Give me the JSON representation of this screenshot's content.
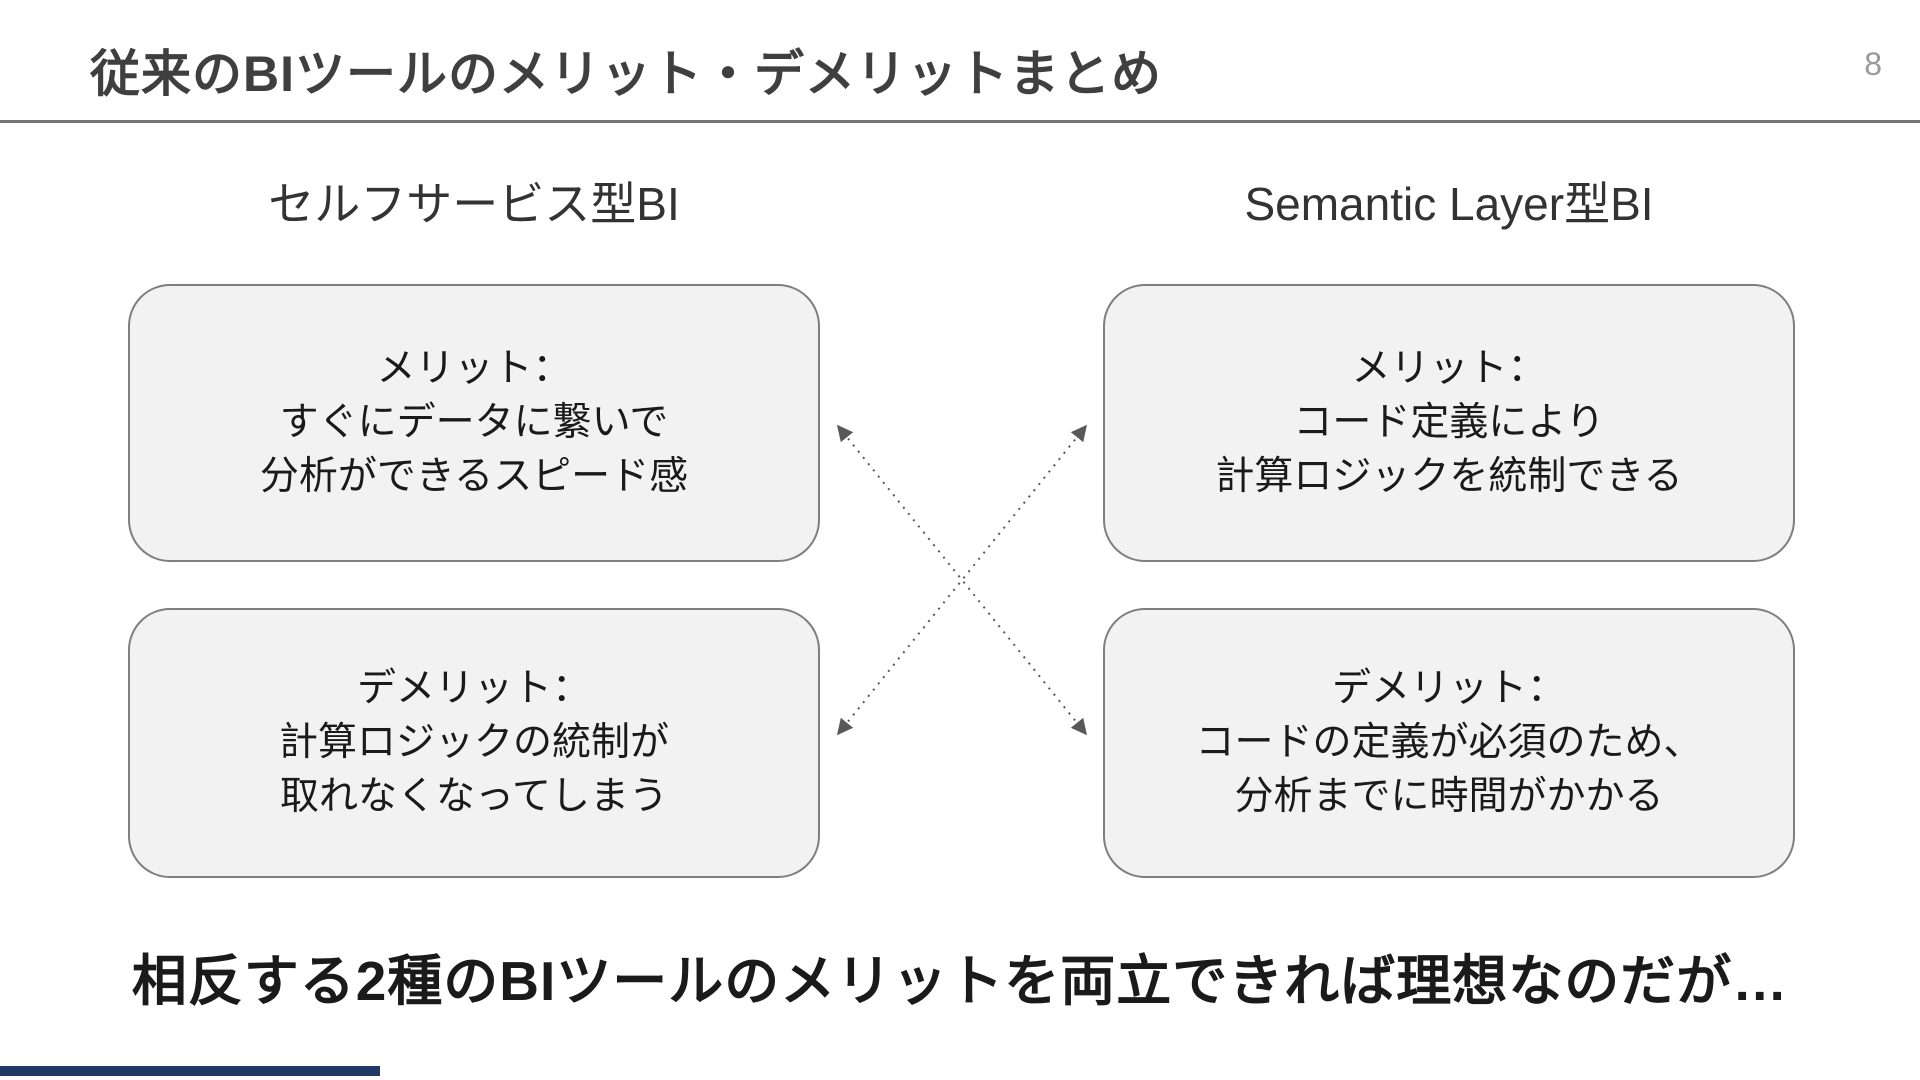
{
  "slide": {
    "title": "従来のBIツールのメリット・デメリットまとめ",
    "page_number": "8",
    "columns": [
      {
        "header": "セルフサービス型BI",
        "merit": "メリット：\nすぐにデータに繋いで\n分析ができるスピード感",
        "demerit": "デメリット：\n計算ロジックの統制が\n取れなくなってしまう"
      },
      {
        "header": "Semantic Layer型BI",
        "merit": "メリット：\nコード定義により\n計算ロジックを統制できる",
        "demerit": "デメリット：\nコードの定義が必須のため、\n分析までに時間がかかる"
      }
    ],
    "conclusion": "相反する2種のBIツールのメリットを両立できれば理想なのだが…",
    "colors": {
      "title_text": "#3f3f3f",
      "header_text": "#333333",
      "box_fill": "#f2f2f2",
      "box_border": "#7f7f7f",
      "box_text": "#1a1a1a",
      "arrow": "#595959",
      "rule": "#757575",
      "page_number": "#9a9a9a",
      "footer_bar": "#1f3864"
    }
  }
}
